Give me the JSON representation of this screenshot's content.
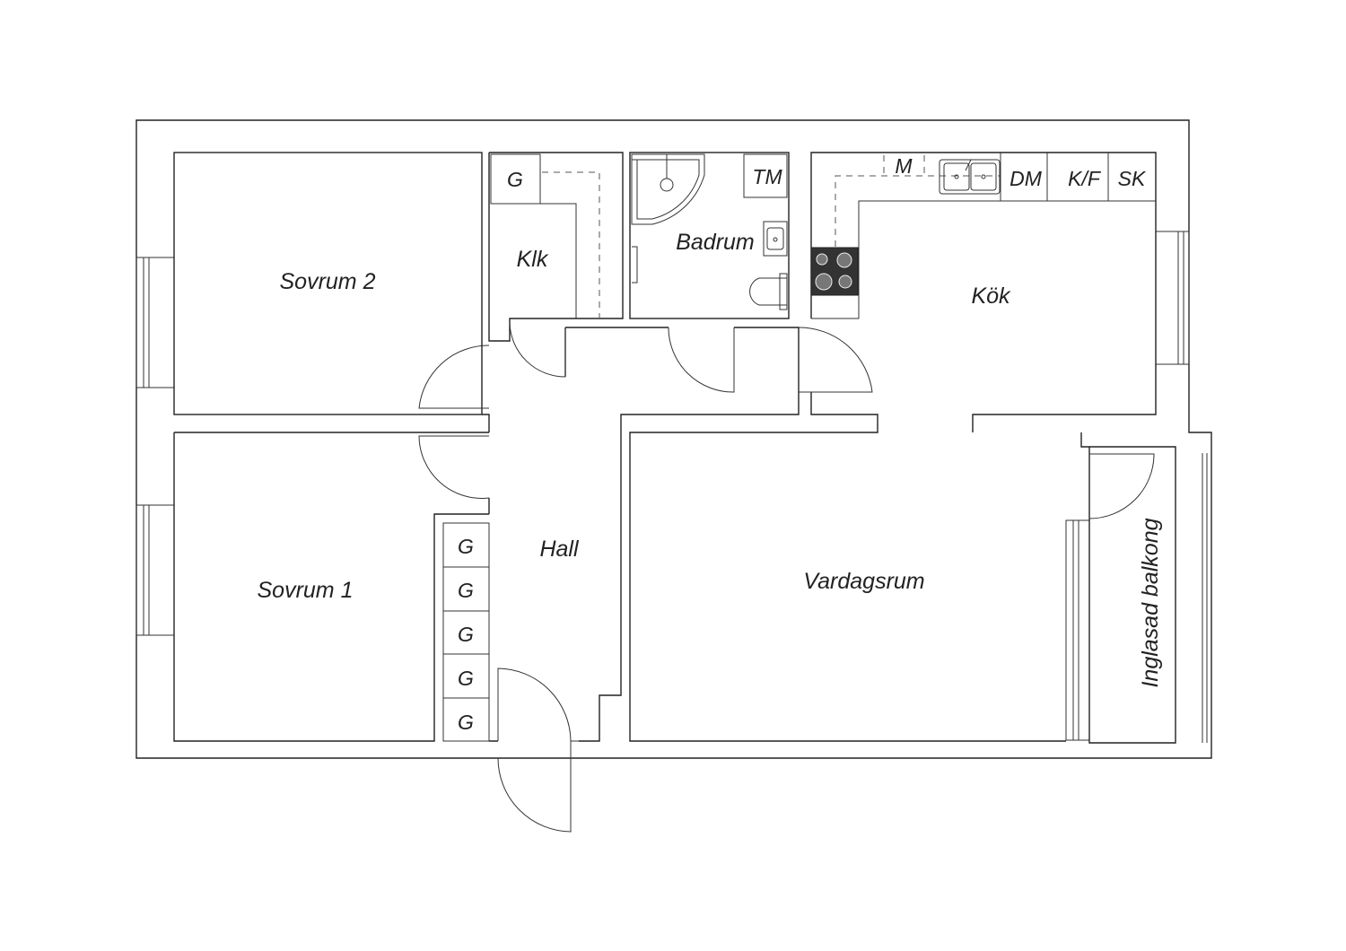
{
  "rooms": {
    "sovrum2": "Sovrum 2",
    "sovrum1": "Sovrum 1",
    "klk": "Klk",
    "badrum": "Badrum",
    "kok": "Kök",
    "hall": "Hall",
    "vardagsrum": "Vardagsrum",
    "balkong": "Inglasad balkong"
  },
  "fixtures": {
    "klk_wardrobe": "G",
    "hall_wardrobes": [
      "G",
      "G",
      "G",
      "G",
      "G"
    ],
    "tm": "TM",
    "m": "M",
    "dm": "DM",
    "kf": "K/F",
    "sk": "SK"
  },
  "icons": {
    "shower": "shower-icon",
    "sink": "sink-icon",
    "toilet": "toilet-icon",
    "kitchen_sink": "kitchen-sink-icon",
    "stove": "stove-icon"
  },
  "colors": {
    "line": "#222222",
    "stove": "#333333",
    "background": "#ffffff"
  }
}
